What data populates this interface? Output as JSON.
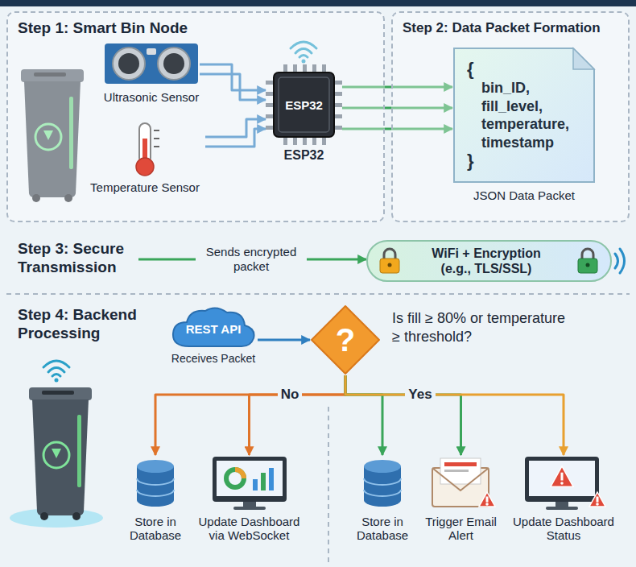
{
  "diagram": {
    "nodes": [
      {
        "text": [
          "Step 1: Smart Bin Node"
        ]
      },
      {
        "text": [
          "Ultrasonic Sensor"
        ],
        "in": 0
      },
      {
        "text": [
          "Temperature Sensor"
        ],
        "in": 0
      },
      {
        "text": [
          "ESP32",
          "ESP32"
        ],
        "in": 0
      },
      {
        "text": [
          "Step 2: Data Packet Formation"
        ]
      },
      {
        "text": [
          "{",
          "bin_ID, fill_level, temperature, timestamp",
          "}",
          "JSON Data Packet"
        ],
        "in": 4
      },
      {
        "text": [
          "Step 3: Secure Transmission"
        ]
      },
      {
        "text": [
          "WiFi + Encryption (e.g., TLS/SSL)"
        ]
      },
      {
        "text": [
          "REST API",
          "Receives Packet"
        ]
      },
      {
        "text": [
          "?",
          "Is fill ≥ 80% or temperature ≥ threshold?"
        ]
      },
      {
        "text": [
          "Store in Database"
        ]
      },
      {
        "text": [
          "Update Dashboard via WebSocket"
        ]
      },
      {
        "text": [
          "Store in Database"
        ]
      },
      {
        "text": [
          "Trigger Email Alert"
        ]
      },
      {
        "text": [
          "Update Dashboard Status"
        ]
      }
    ],
    "edges": [
      {
        "from": 1,
        "to": 3,
        "arrow": "to"
      },
      {
        "from": 1,
        "to": 3,
        "arrow": "to"
      },
      {
        "from": 2,
        "to": 3,
        "arrow": "to"
      },
      {
        "from": 2,
        "to": 3,
        "arrow": "to"
      },
      {
        "from": 3,
        "to": 5,
        "arrow": "to"
      },
      {
        "from": 3,
        "to": 5,
        "arrow": "to"
      },
      {
        "from": 3,
        "to": 5,
        "arrow": "to"
      },
      {
        "from": 6,
        "to": 7,
        "label": "Sends encrypted packet",
        "arrow": "to"
      },
      {
        "from": 8,
        "to": 9,
        "arrow": "to"
      },
      {
        "from": 9,
        "to": 10,
        "arrow": "to"
      },
      {
        "from": 9,
        "to": 11,
        "label": "No",
        "arrow": "to"
      },
      {
        "from": 9,
        "to": 12,
        "arrow": "to"
      },
      {
        "from": 9,
        "to": 13,
        "label": "Yes",
        "arrow": "to"
      },
      {
        "from": 9,
        "to": 14,
        "arrow": "to"
      }
    ],
    "labels": [
      "Step 4: Backend Processing"
    ]
  }
}
